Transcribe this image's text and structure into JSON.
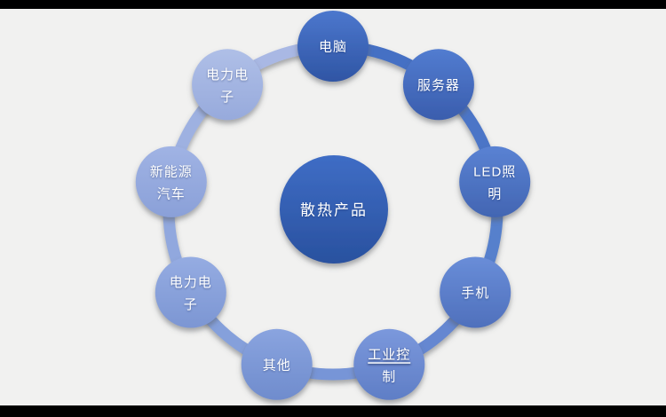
{
  "slide": {
    "background_color": "#f1f1f0",
    "letterbox_color": "#000000"
  },
  "diagram": {
    "type": "radial-cycle",
    "text_color": "#ffffff",
    "center_node": {
      "id": "heat-dissipation-products",
      "label": "散热产品",
      "fill_top": "#3F6DC5",
      "fill_bottom": "#29519F"
    },
    "ring_segment_colors": [
      "#4470C4",
      "#4B75C7",
      "#5780CC",
      "#6587D1",
      "#7795D7",
      "#85A0DB",
      "#91A8DE",
      "#9EB1E1",
      "#A9B8E4"
    ],
    "nodes": [
      {
        "id": "computer",
        "label": "电脑",
        "lines": [
          "电脑"
        ],
        "fill_top": "#4C77CD",
        "fill_bottom": "#2F55A4"
      },
      {
        "id": "server",
        "label": "服务器",
        "lines": [
          "服务器"
        ],
        "fill_top": "#527CD0",
        "fill_bottom": "#3A5DAD"
      },
      {
        "id": "led-lighting",
        "label": "LED照明",
        "lines": [
          "LED照",
          "明"
        ],
        "fill_top": "#5A82D3",
        "fill_bottom": "#4265B2"
      },
      {
        "id": "mobile-phone",
        "label": "手机",
        "lines": [
          "手机"
        ],
        "fill_top": "#698DD8",
        "fill_bottom": "#4F70BC"
      },
      {
        "id": "industrial-control",
        "label": "工业控制",
        "lines": [
          "工业控",
          "制"
        ],
        "underline_line": 0,
        "fill_top": "#7B98DC",
        "fill_bottom": "#5F7EC6"
      },
      {
        "id": "others",
        "label": "其他",
        "lines": [
          "其他"
        ],
        "fill_top": "#8AA4DF",
        "fill_bottom": "#6F8CCD"
      },
      {
        "id": "power-electronics-lower",
        "label": "电力电子",
        "lines": [
          "电力电",
          "子"
        ],
        "fill_top": "#95ACE2",
        "fill_bottom": "#7C96D3"
      },
      {
        "id": "new-energy-vehicles",
        "label": "新能源汽车",
        "lines": [
          "新能源",
          "汽车"
        ],
        "fill_top": "#A0B3E4",
        "fill_bottom": "#8AA0D8"
      },
      {
        "id": "power-electronics-upper",
        "label": "电力电子",
        "lines": [
          "电力电",
          "子"
        ],
        "fill_top": "#AFBFE7",
        "fill_bottom": "#97AADC"
      }
    ]
  }
}
